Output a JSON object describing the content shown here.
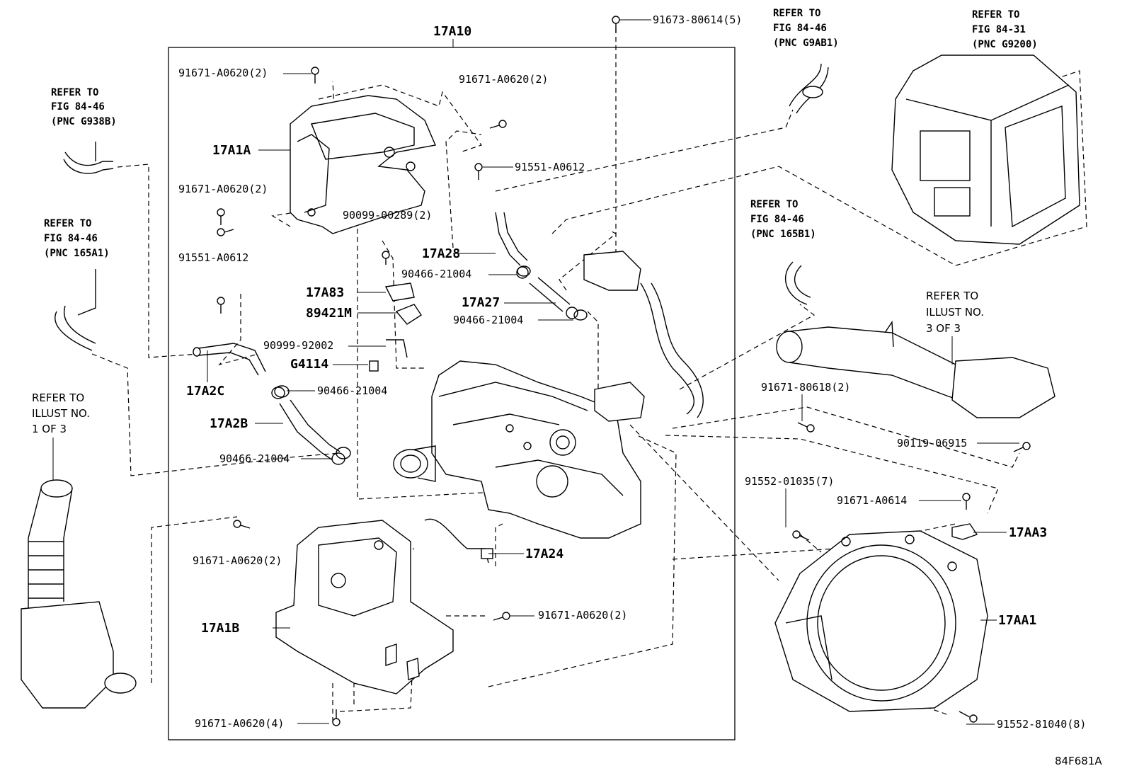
{
  "diagram": {
    "group_label": "17A10",
    "figure_code": "84F681A",
    "parts": {
      "p_91673": "91673-80614(5)",
      "p_91671_a": "91671-A0620(2)",
      "p_91671_b": "91671-A0620(2)",
      "p_91671_c": "91671-A0620(2)",
      "p_91671_d": "91671-A0620(2)",
      "p_91671_e": "91671-A0620(2)",
      "p_91671_f": "91671-A0620(4)",
      "p_91551_a": "91551-A0612",
      "p_91551_b": "91551-A0612",
      "p_90099": "90099-00289(2)",
      "p_90466_a": "90466-21004",
      "p_90466_b": "90466-21004",
      "p_90466_c": "90466-21004",
      "p_90466_d": "90466-21004",
      "p_90999": "90999-92002",
      "p_91671_80618": "91671-80618(2)",
      "p_90119": "90119-06915",
      "p_91552_01035": "91552-01035(7)",
      "p_91671_a0614": "91671-A0614",
      "p_91552_81040": "91552-81040(8)",
      "c_17A1A": "17A1A",
      "c_17A1B": "17A1B",
      "c_17A2C": "17A2C",
      "c_17A2B": "17A2B",
      "c_17A28": "17A28",
      "c_17A27": "17A27",
      "c_17A83": "17A83",
      "c_89421M": "89421M",
      "c_G4114": "G4114",
      "c_17A24": "17A24",
      "c_17AA3": "17AA3",
      "c_17AA1": "17AA1"
    },
    "references": {
      "ref_g938b": [
        "REFER TO",
        "FIG 84-46",
        "(PNC G938B)"
      ],
      "ref_165a1": [
        "REFER TO",
        "FIG 84-46",
        "(PNC 165A1)"
      ],
      "ref_g9ab1": [
        "REFER TO",
        "FIG 84-46",
        "(PNC G9AB1)"
      ],
      "ref_g9200": [
        "REFER TO",
        "FIG 84-31",
        "(PNC G9200)"
      ],
      "ref_165b1": [
        "REFER TO",
        "FIG 84-46",
        "(PNC 165B1)"
      ],
      "illust_1": [
        "REFER TO",
        "ILLUST NO.",
        "1 OF 3"
      ],
      "illust_3": [
        "REFER TO",
        "ILLUST NO.",
        "3 OF 3"
      ]
    }
  }
}
